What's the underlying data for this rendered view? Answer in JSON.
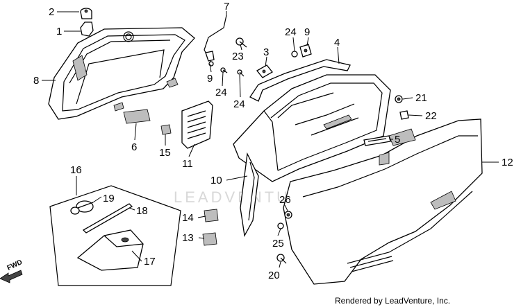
{
  "watermark": "LEADVENTURE",
  "credit": "Rendered by LeadVenture, Inc.",
  "direction_label": "FWD",
  "callouts": [
    "2",
    "1",
    "8",
    "7",
    "23",
    "9",
    "24",
    "24",
    "3",
    "24",
    "9",
    "4",
    "21",
    "22",
    "5",
    "12",
    "6",
    "15",
    "11",
    "10",
    "16",
    "19",
    "18",
    "14",
    "13",
    "17",
    "26",
    "25",
    "20"
  ]
}
